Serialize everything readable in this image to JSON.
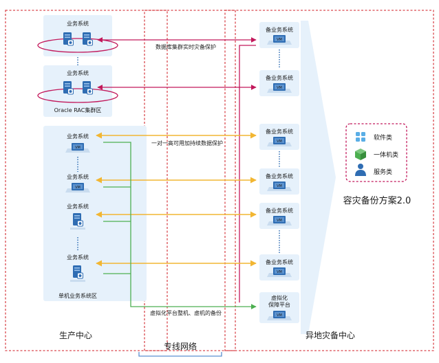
{
  "labels": {
    "biz_system": "业务系统",
    "backup_system": "备业务系统",
    "oracle_zone": "Oracle RAC集群区",
    "single_zone": "单机业务系统区",
    "db_protect": "数据库集群实时灾备保护",
    "one_to_one": "一对一高可用加持续数据保护",
    "virt_backup": "虚拟化平台整机、虚机的备份",
    "virt_platform_1": "虚拟化",
    "virt_platform_2": "保障平台",
    "production_center": "生产中心",
    "dedicated_network": "专线网络",
    "dr_center": "异地灾备中心",
    "scheme_title": "容灾备份方案2.0",
    "vm": "VM"
  },
  "legend": {
    "software": "软件类",
    "appliance": "一体机类",
    "service": "服务类"
  },
  "colors": {
    "zone_border": "#d9484d",
    "pink_link": "#c2185b",
    "yellow_link": "#f2b632",
    "green_link": "#4caf50",
    "panel_blue": "#e6f1fb",
    "server_blue": "#2f6db3"
  }
}
